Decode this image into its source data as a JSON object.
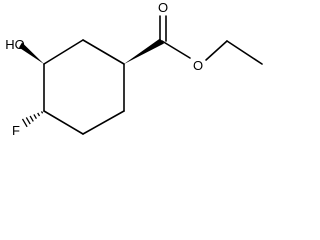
{
  "molecule": {
    "atoms": {
      "hydroxyl": "HO",
      "fluorine": "F",
      "carbonyl_oxygen": "O",
      "ester_oxygen": "O"
    }
  }
}
